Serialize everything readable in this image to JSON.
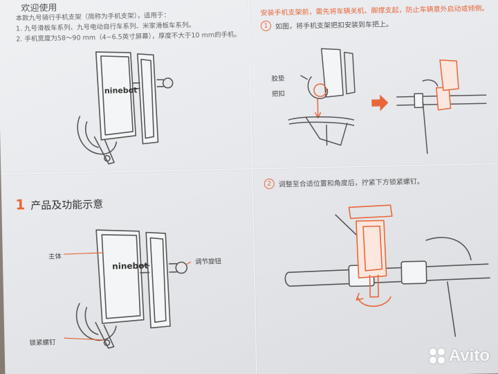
{
  "top_left": {
    "welcome": "欢迎使用",
    "intro_line1": "本款九号骑行手机支架（简称为手机支架），适用于：",
    "intro_line2": "1. 九号滑板车系列、九号电动自行车系列、米家滑板车系列。",
    "intro_line3": "2. 手机宽度为58～90 mm（4~6.5英寸屏幕），厚度不大于10 mm的手机。",
    "brand": "ninebot"
  },
  "top_right": {
    "warning": "安装手机支架前，需先将车辆关机、脚撑支起，防止车辆意外启动或倾倒。",
    "step_num": "1",
    "step_text": "如图，将手机支架把扣安装到车把上。",
    "label_pad": "胶垫",
    "label_clamp": "把扣"
  },
  "bottom_left": {
    "section_num": "1",
    "section_title": "产品及功能示意",
    "label_body": "主体",
    "label_knob": "调节旋钮",
    "label_screw": "锁紧螺钉",
    "brand": "ninebot"
  },
  "bottom_right": {
    "step_num": "2",
    "step_text": "调整至合适位置和角度后，拧紧下方锁紧螺钉。"
  },
  "watermark": {
    "text": "Avito"
  },
  "colors": {
    "accent": "#e8673a",
    "paper": "#eceef1",
    "line": "#555555"
  }
}
